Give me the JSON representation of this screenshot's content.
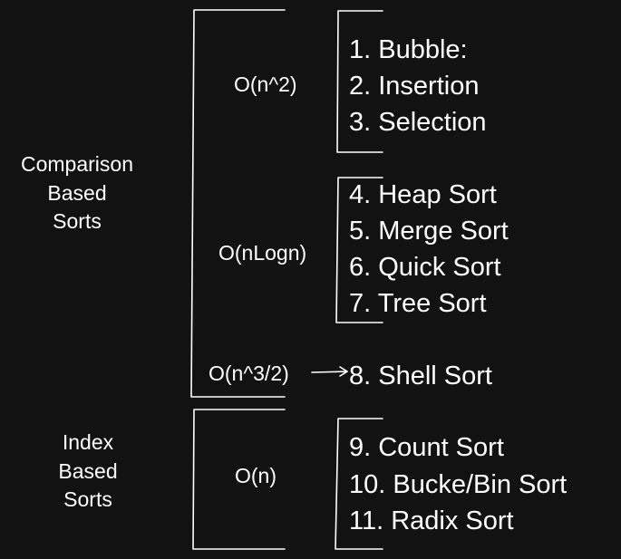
{
  "categories": {
    "comparison": [
      "Comparison",
      "Based",
      "Sorts"
    ],
    "index": [
      "Index",
      "Based",
      "Sorts"
    ]
  },
  "complexities": {
    "quadratic": "O(n^2)",
    "nlogn": "O(nLogn)",
    "shell": "O(n^3/2)",
    "linear": "O(n)"
  },
  "algorithms": {
    "quadratic": [
      "1. Bubble:",
      "2. Insertion",
      "3. Selection"
    ],
    "nlogn": [
      "4. Heap Sort",
      "5. Merge Sort",
      "6. Quick Sort",
      "7. Tree Sort"
    ],
    "shell": [
      "8. Shell Sort"
    ],
    "linear": [
      "9. Count Sort",
      "10. Bucke/Bin Sort",
      "11. Radix Sort"
    ]
  }
}
